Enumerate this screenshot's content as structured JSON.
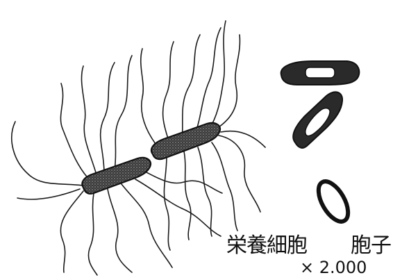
{
  "labels": {
    "vegetative_cell": "栄養細胞",
    "spore": "胞子",
    "magnification": "× 2.000"
  }
}
